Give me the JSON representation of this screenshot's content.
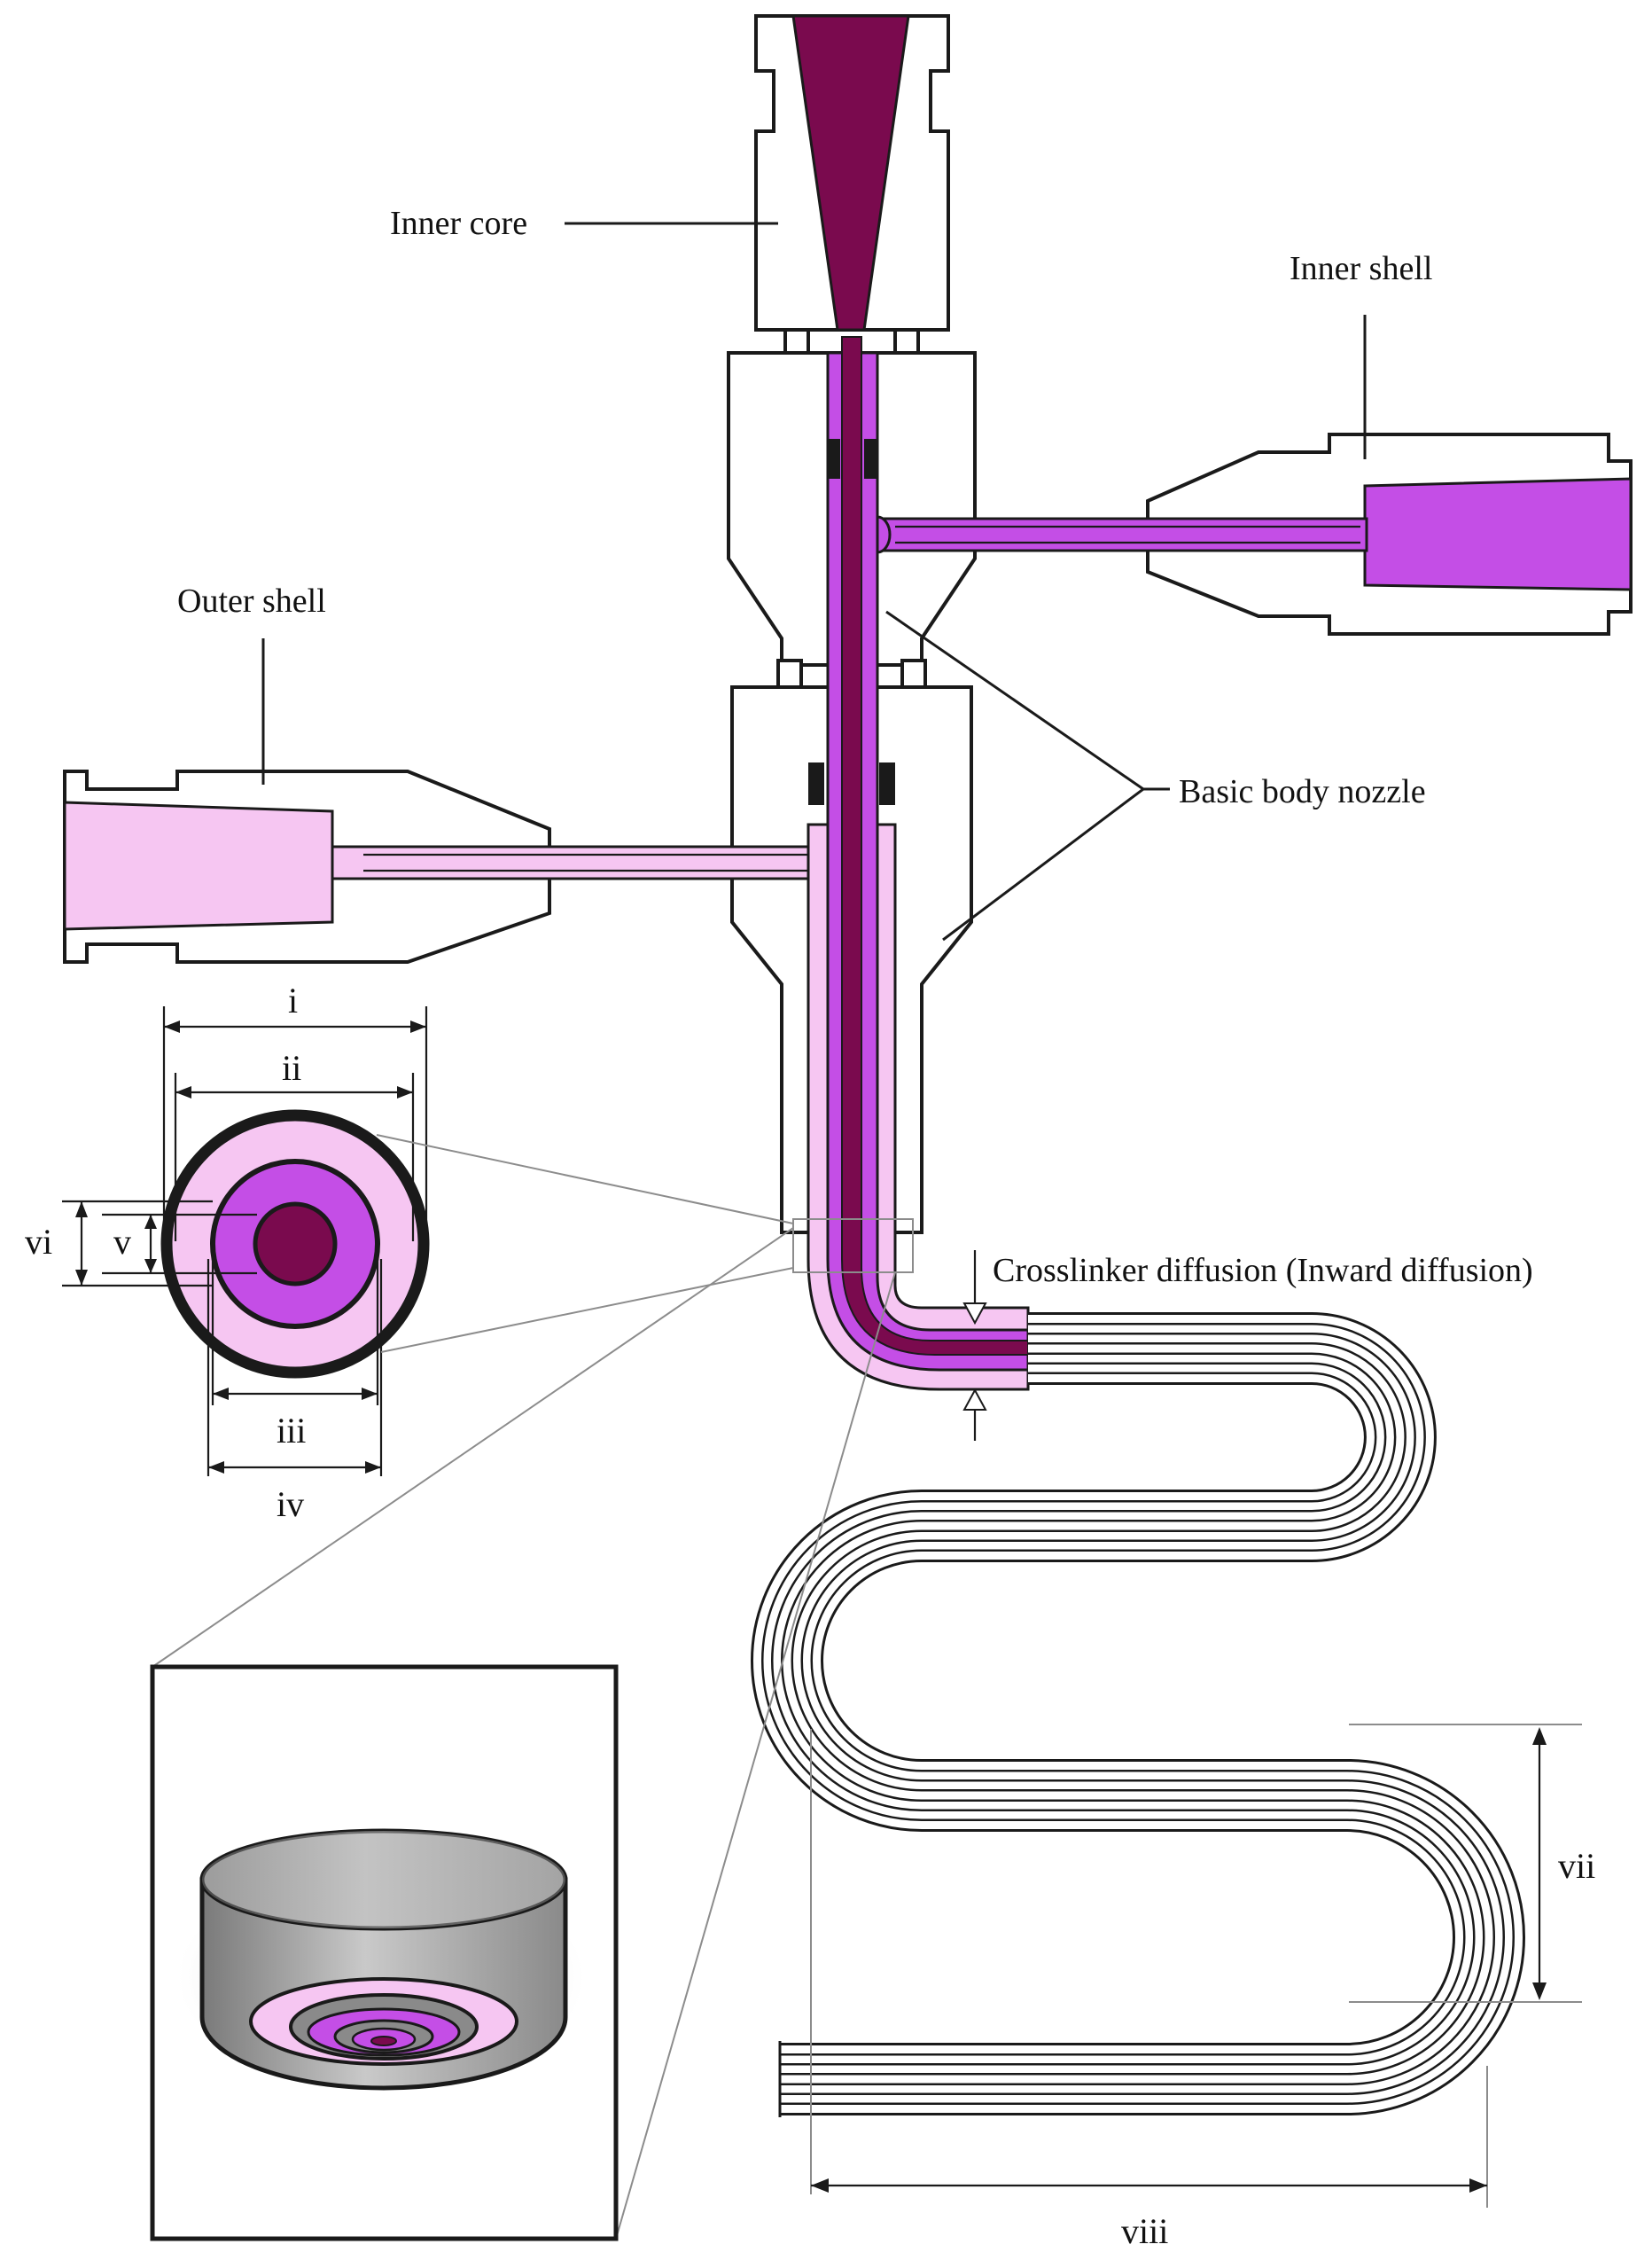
{
  "labels": {
    "inner_core": "Inner core",
    "inner_shell": "Inner shell",
    "outer_shell": "Outer shell",
    "basic_body_nozzle": "Basic body nozzle",
    "crosslinker": "Crosslinker diffusion (Inward diffusion)"
  },
  "dimensions": {
    "i": "i",
    "ii": "ii",
    "iii": "iii",
    "iv": "iv",
    "v": "v",
    "vi": "vi",
    "vii": "vii",
    "viii": "viii"
  },
  "colors": {
    "inner_core": "#7a0a4e",
    "inner_shell": "#c44ee6",
    "outer_shell": "#f6c6f2",
    "outline": "#1a1a1a",
    "hatch": "#1a1a1a",
    "guide": "#8c8c8c"
  }
}
